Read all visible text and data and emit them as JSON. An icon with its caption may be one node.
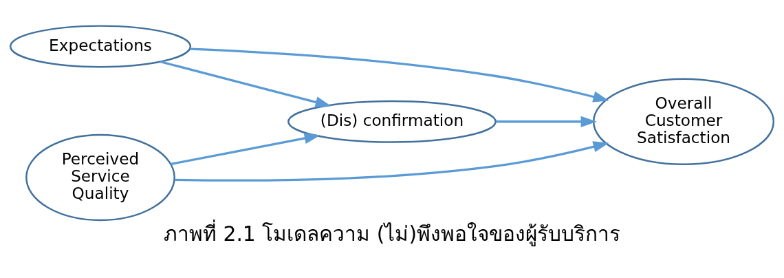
{
  "diagram": {
    "caption": "ภาพที่ 2.1 โมเดลความ (ไม่)พึงพอใจของผู้รับบริการ",
    "nodes": [
      {
        "text": [
          "Expectations"
        ]
      },
      {
        "text": [
          "Perceived Service Quality"
        ]
      },
      {
        "text": [
          "(Dis) confirmation"
        ]
      },
      {
        "text": [
          "Overall Customer Satisfaction"
        ]
      }
    ],
    "edges": [
      {
        "from": 0,
        "to": 2,
        "arrow": "to"
      },
      {
        "from": 0,
        "to": 3,
        "arrow": "to"
      },
      {
        "from": 1,
        "to": 2,
        "arrow": "to"
      },
      {
        "from": 1,
        "to": 3,
        "arrow": "to"
      },
      {
        "from": 2,
        "to": 3,
        "arrow": "to"
      }
    ]
  }
}
